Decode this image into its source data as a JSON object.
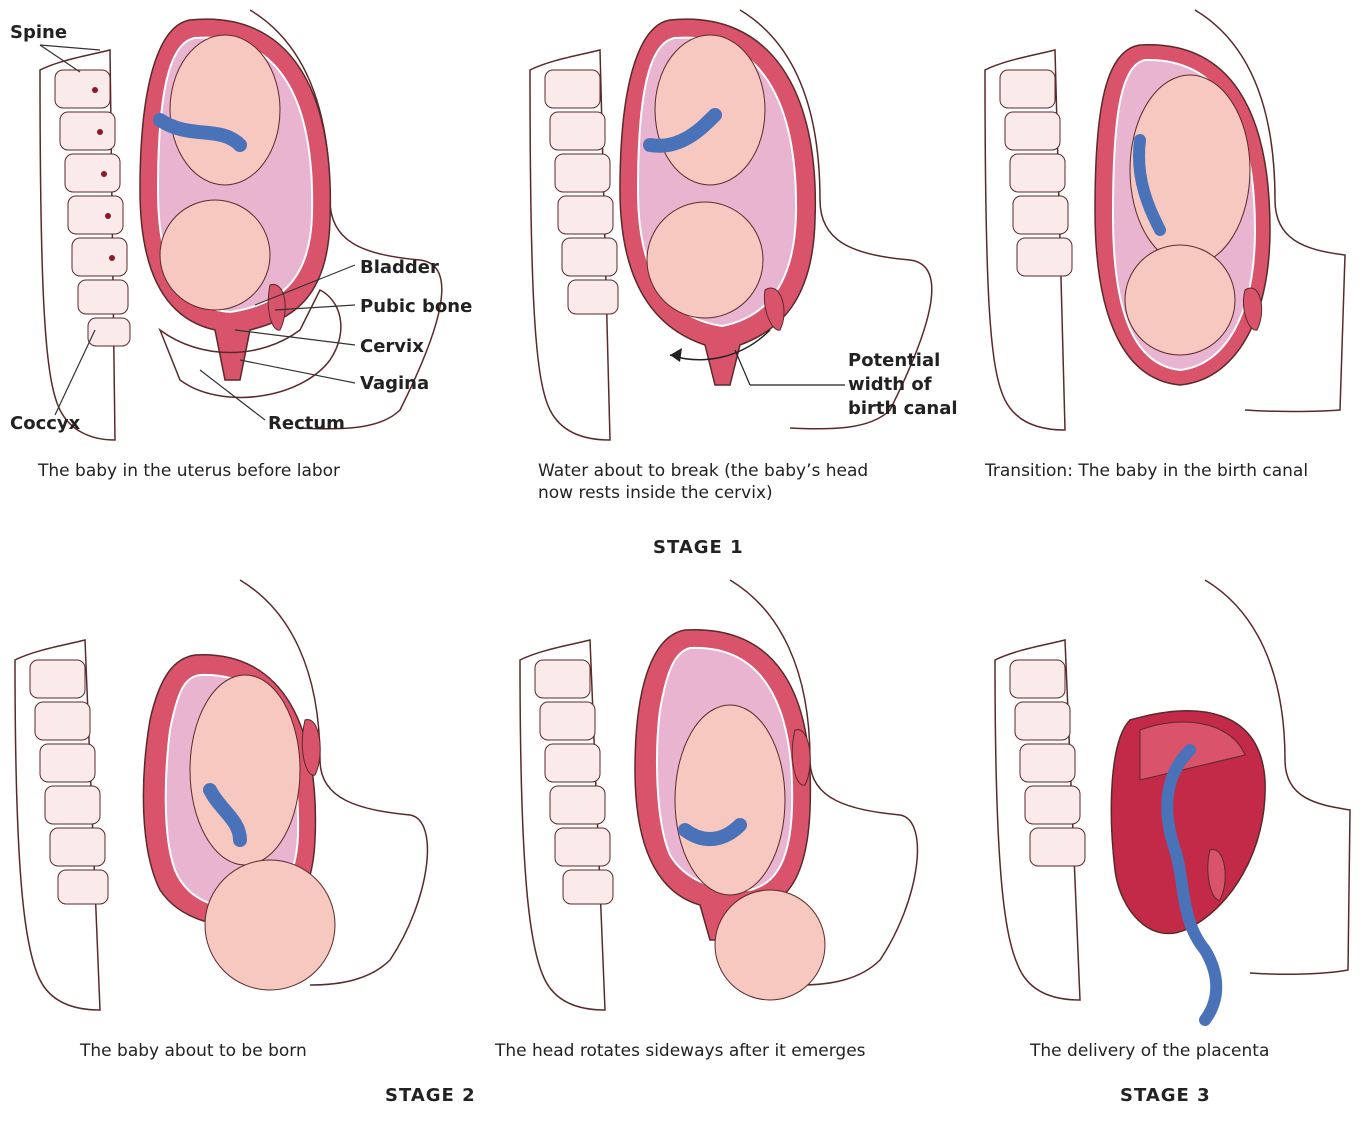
{
  "labels": {
    "spine": "Spine",
    "bladder": "Bladder",
    "pubic_bone": "Pubic bone",
    "cervix": "Cervix",
    "vagina": "Vagina",
    "coccyx": "Coccyx",
    "rectum": "Rectum",
    "birth_canal_line1": "Potential",
    "birth_canal_line2": "width of",
    "birth_canal_line3": "birth canal"
  },
  "captions": {
    "panel1": "The baby in the uterus before labor",
    "panel2_line1": "Water about to break (the baby’s head",
    "panel2_line2": "now rests inside the cervix)",
    "panel3": "Transition: The baby in the birth canal",
    "panel4": "The baby about to be born",
    "panel5": "The head rotates sideways after it emerges",
    "panel6": "The delivery of the placenta"
  },
  "stages": {
    "stage1": "STAGE 1",
    "stage2": "STAGE 2",
    "stage3": "STAGE 3"
  },
  "colors": {
    "outline": "#5a2a2a",
    "uterus_wall": "#d9536a",
    "uterus_inner": "#c22a48",
    "amniotic": "#e8b4d0",
    "baby_skin": "#f7c8c0",
    "cord": "#4a72b8",
    "spine_bone": "#fbeaea",
    "dots": "#8a1a2a"
  }
}
